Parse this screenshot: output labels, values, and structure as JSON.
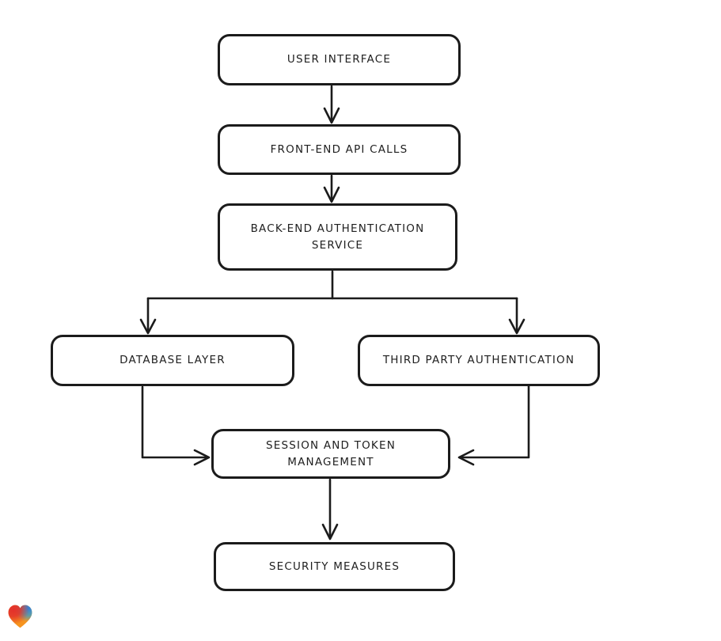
{
  "canvas": {
    "background": "#ffffff",
    "stroke_color": "#1b1b1b",
    "text_color": "#1f1f1f"
  },
  "diagram": {
    "type": "flowchart",
    "nodes": {
      "user_interface": {
        "label": "USER INTERFACE"
      },
      "frontend_api_calls": {
        "label": "FRONT-END API CALLS"
      },
      "backend_auth_service": {
        "label": "BACK-END AUTHENTICATION SERVICE"
      },
      "database_layer": {
        "label": "DATABASE LAYER"
      },
      "third_party_auth": {
        "label": "THIRD PARTY AUTHENTICATION"
      },
      "session_token_mgmt": {
        "label": "SESSION AND TOKEN MANAGEMENT"
      },
      "security_measures": {
        "label": "SECURITY MEASURES"
      }
    },
    "edges": [
      {
        "from": "USER INTERFACE",
        "to": "FRONT-END API CALLS"
      },
      {
        "from": "FRONT-END API CALLS",
        "to": "BACK-END AUTHENTICATION SERVICE"
      },
      {
        "from": "BACK-END AUTHENTICATION SERVICE",
        "to": "DATABASE LAYER"
      },
      {
        "from": "BACK-END AUTHENTICATION SERVICE",
        "to": "THIRD PARTY AUTHENTICATION"
      },
      {
        "from": "DATABASE LAYER",
        "to": "SESSION AND TOKEN MANAGEMENT"
      },
      {
        "from": "THIRD PARTY AUTHENTICATION",
        "to": "SESSION AND TOKEN MANAGEMENT"
      },
      {
        "from": "SESSION AND TOKEN MANAGEMENT",
        "to": "SECURITY MEASURES"
      }
    ]
  },
  "logo": {
    "name": "heart-gradient-logo",
    "colors": {
      "red": "#e3302b",
      "orange": "#f6941f",
      "blue": "#2e7fe0"
    }
  }
}
